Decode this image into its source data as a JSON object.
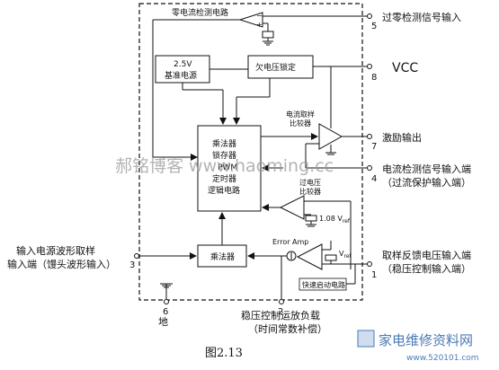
{
  "blocks": {
    "zero_current_detect": "零电流检测电路",
    "ref_voltage": "2.5V",
    "ref_source": "基准电源",
    "uvlo": "欠电压锁定",
    "current_comp_l1": "电流取样",
    "current_comp_l2": "比较器",
    "logic_l1": "乘法器",
    "logic_l2": "锁存器",
    "logic_l3": "PWM",
    "logic_l4": "定时器",
    "logic_l5": "逻辑电路",
    "ovp_comp_l1": "过电压",
    "ovp_comp_l2": "比较器",
    "ovp_ref": "1.08 V",
    "ovp_ref_sub": "ref",
    "multiplier": "乘法器",
    "error_amp": "Error Amp",
    "error_ref": "V",
    "error_ref_sub": "ref",
    "fast_start": "快速启动电路"
  },
  "pins": {
    "p5": {
      "number": "5",
      "label": "过零检测信号输入"
    },
    "p8": {
      "number": "8",
      "label": "VCC"
    },
    "p7": {
      "number": "7",
      "label": "激励输出"
    },
    "p4": {
      "number": "4",
      "label_l1": "电流检测信号输入端",
      "label_l2": "（过流保护输入端）"
    },
    "p1": {
      "number": "1",
      "label_l1": "取样反馈电压输入端",
      "label_l2": "（稳压控制输入端）"
    },
    "p3": {
      "number": "3",
      "label_l1": "输入电源波形取样",
      "label_l2": "输入端（馒头波形输入）"
    },
    "p6": {
      "number": "6",
      "label": "地"
    },
    "p2": {
      "number": "2",
      "label_l1": "稳压控制运放负载",
      "label_l2": "（时间常数补偿）"
    }
  },
  "caption": "图2.13",
  "watermark": {
    "text": "郝铭博客 www.haoming.cc",
    "site": "家电维修资料网",
    "url": "www.520101.com"
  }
}
